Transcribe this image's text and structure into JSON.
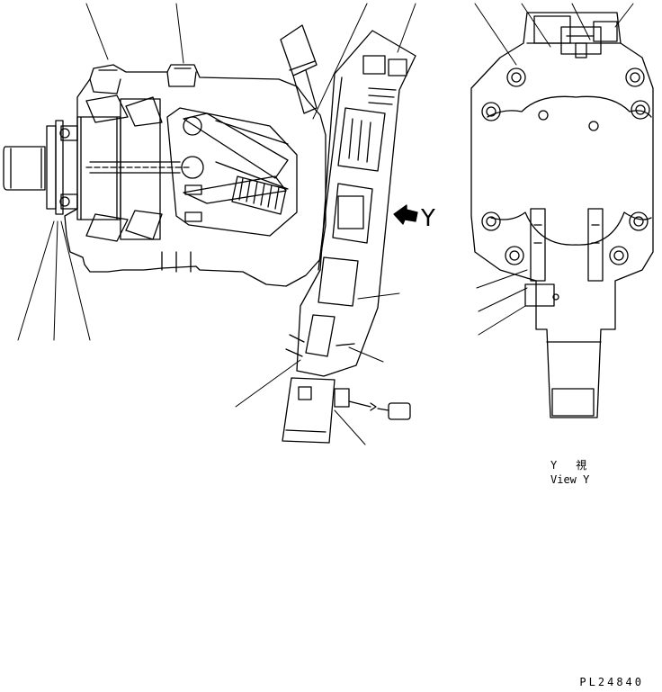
{
  "labels": {
    "view_arrow": "Y",
    "view_caption_jp_letter": "Y",
    "view_caption_jp_word": "視",
    "view_caption_en": "View Y",
    "drawing_number": "PL24840"
  }
}
